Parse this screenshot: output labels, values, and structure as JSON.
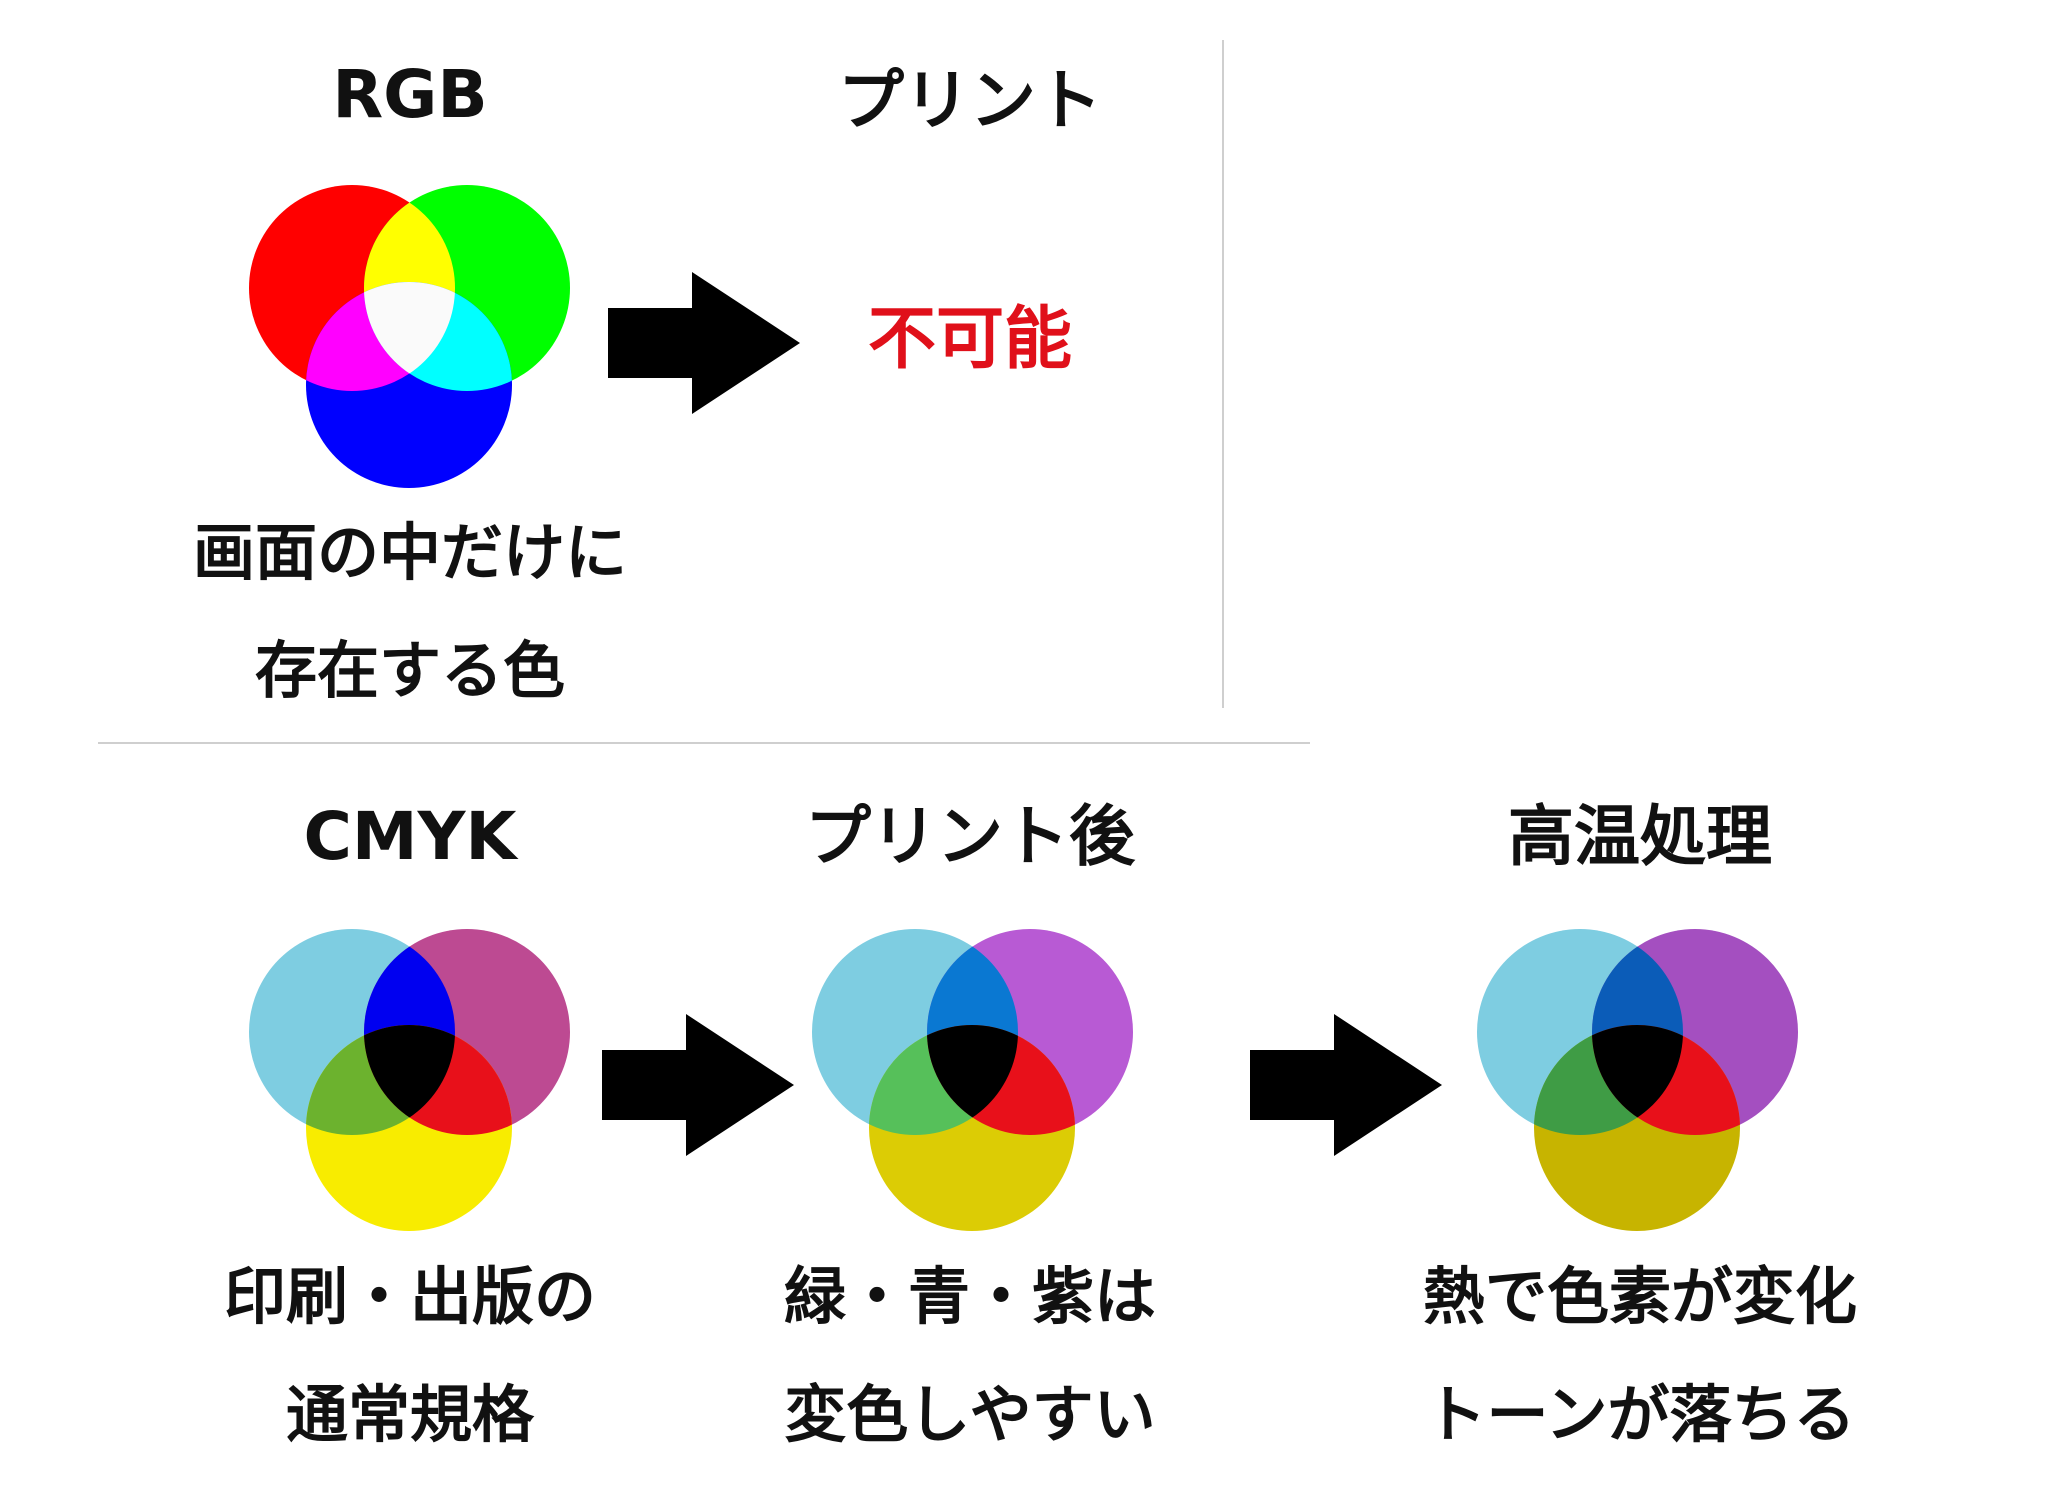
{
  "top": {
    "rgb_title": "RGB",
    "print_title": "プリント",
    "result_text": "不可能",
    "result_color": "#e0101a",
    "caption": [
      "画面の中だけに",
      "存在する色"
    ]
  },
  "bottom": {
    "stages": [
      {
        "title": "CMYK",
        "caption": [
          "印刷・出版の",
          "通常規格"
        ]
      },
      {
        "title": "プリント後",
        "caption": [
          "緑・青・紫は",
          "変色しやすい"
        ]
      },
      {
        "title": "高温処理",
        "caption": [
          "熱で色素が変化",
          "トーンが落ちる"
        ]
      }
    ]
  },
  "colors": {
    "rgb": {
      "red": "#ff0000",
      "green": "#00ff00",
      "blue": "#0000ff",
      "yellow": "#ffff00",
      "magenta": "#ff00ff",
      "cyan": "#00ffff",
      "white": "#fafafa"
    },
    "cmyk": {
      "cyan": "#7ecde1",
      "magenta": "#bd4a92",
      "yellow": "#f8ec00",
      "blue": "#0000f0",
      "green": "#6cb22e",
      "red": "#e8101a",
      "black": "#000000"
    },
    "after_print": {
      "cyan": "#7ecde1",
      "magenta": "#b85ad4",
      "yellow": "#dccc05",
      "blue": "#0a78d2",
      "green": "#56c05a",
      "red": "#e8101a",
      "black": "#000000"
    },
    "heat": {
      "cyan": "#7ecde1",
      "magenta": "#a44fc0",
      "yellow": "#c7b400",
      "blue": "#0b5cb8",
      "green": "#3f9c45",
      "red": "#e8101a",
      "black": "#000000"
    }
  }
}
